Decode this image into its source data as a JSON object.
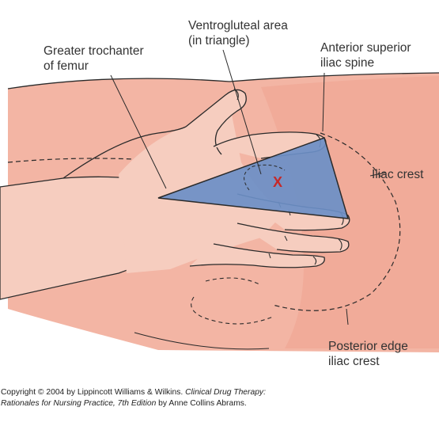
{
  "labels": {
    "ventrogluteal": [
      "Ventrogluteal area",
      "(in triangle)"
    ],
    "trochanter": [
      "Greater trochanter",
      "of femur"
    ],
    "asis": [
      "Anterior superior",
      "iliac spine"
    ],
    "iliac_crest": "Iliac crest",
    "posterior": [
      "Posterior edge",
      "iliac crest"
    ],
    "site_marker": "X"
  },
  "credit": {
    "line1_plain": "Copyright © 2004 by Lippincott Williams & Wilkins. ",
    "line1_italic": "Clinical Drug Therapy:",
    "line2_italic": "Rationales for Nursing Practice, 7th Edition",
    "line2_plain": " by Anne Collins Abrams."
  },
  "colors": {
    "skin": "#f3b5a4",
    "skin_dark": "#eea38f",
    "hand": "#f6cdbf",
    "triangle": "#6b8fc7",
    "marker": "#c62828",
    "outline": "#2a2a2a"
  },
  "icons": {
    "anatomy": "hip-anatomy-illustration",
    "injection_site": "x-marker"
  }
}
